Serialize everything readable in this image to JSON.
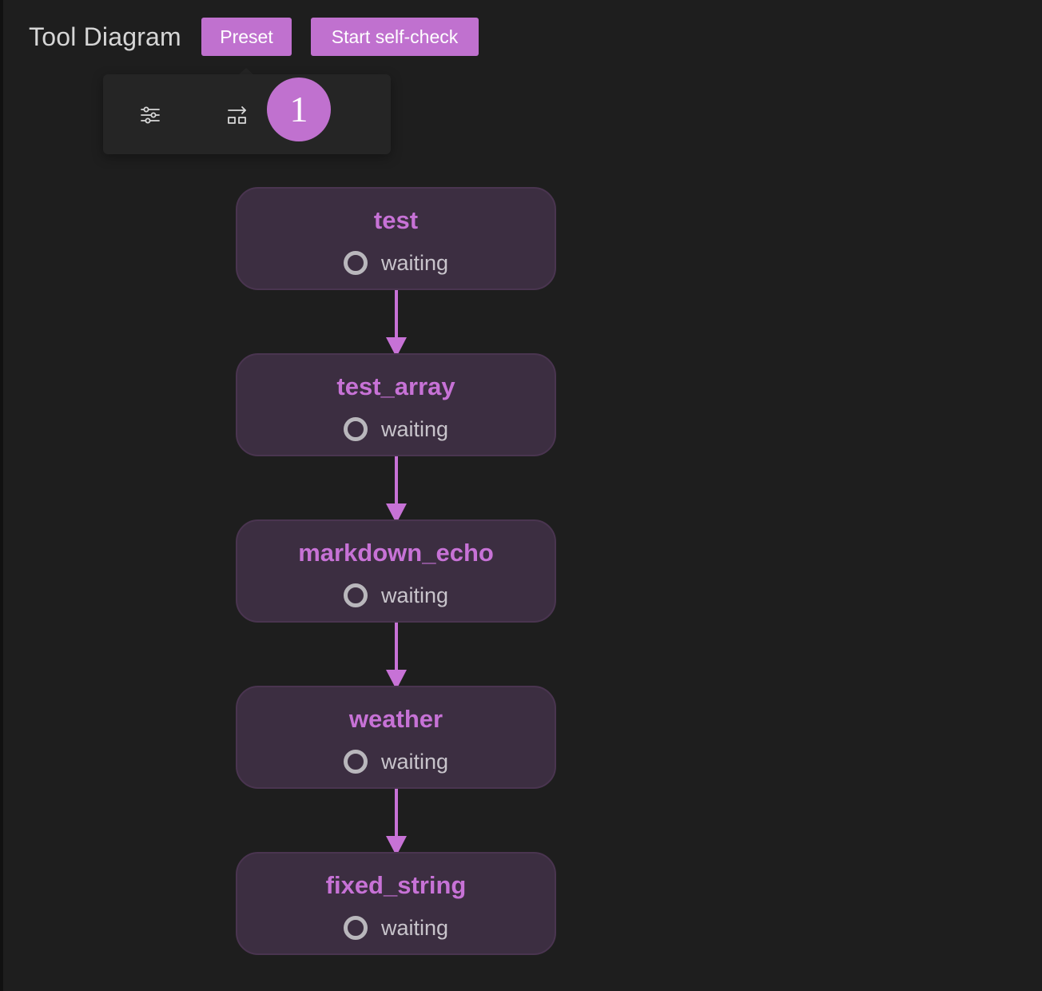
{
  "header": {
    "title": "Tool Diagram",
    "preset_label": "Preset",
    "self_check_label": "Start self-check"
  },
  "popover": {
    "icons": [
      "sliders-settings-icon",
      "layout-arrange-icon"
    ],
    "step_number": "1"
  },
  "diagram": {
    "nodes": [
      {
        "name": "test",
        "status": "waiting"
      },
      {
        "name": "test_array",
        "status": "waiting"
      },
      {
        "name": "markdown_echo",
        "status": "waiting"
      },
      {
        "name": "weather",
        "status": "waiting"
      },
      {
        "name": "fixed_string",
        "status": "waiting"
      }
    ]
  },
  "colors": {
    "background": "#1e1e1e",
    "accent": "#c071cf",
    "node_fill": "#3c2e41",
    "node_text": "#c772d6",
    "edge": "#c772d6",
    "status_icon": "#b9b7bc"
  }
}
